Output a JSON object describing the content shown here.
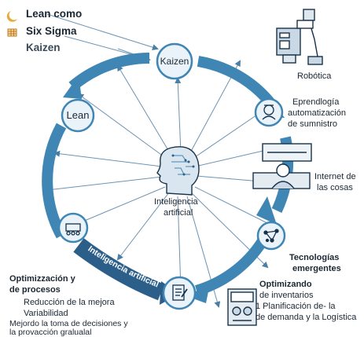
{
  "legend": {
    "items": [
      {
        "label": "Lean como",
        "icon": "moon-icon"
      },
      {
        "label": "Six Sigma",
        "icon": "grid-icon"
      },
      {
        "label": "Kaizen",
        "icon": ""
      }
    ]
  },
  "cycle": {
    "kaizen_label": "Kaizen",
    "lean_label": "Lean",
    "arc_text": "Inteligencia artificial"
  },
  "center": {
    "line1": "Inteligencia",
    "line2": "artificial"
  },
  "right": {
    "robotica": "Robótica",
    "eprendlogia": [
      "Eprendlogía",
      "automatización",
      "de sumnistro"
    ],
    "internet": [
      "Internet de",
      "las cosas"
    ],
    "tecnologias": [
      "Tecnologías",
      "emergentes"
    ],
    "optimizando": [
      "Optimizando",
      "de inventarios",
      "1 Planificación de- la",
      "de demanda y la Logística"
    ]
  },
  "left_bottom": {
    "title": [
      "Optimizzación y",
      "de procesos"
    ],
    "items": [
      "Reducción de la mejora",
      "Variabilidad",
      "Mejordo la toma de decisiones y",
      "la provacción gralualal"
    ]
  },
  "colors": {
    "ring": "#3f86b5",
    "ring_light": "#9cc6e0",
    "navy": "#16324a",
    "node_fill": "#eaf3f9"
  }
}
